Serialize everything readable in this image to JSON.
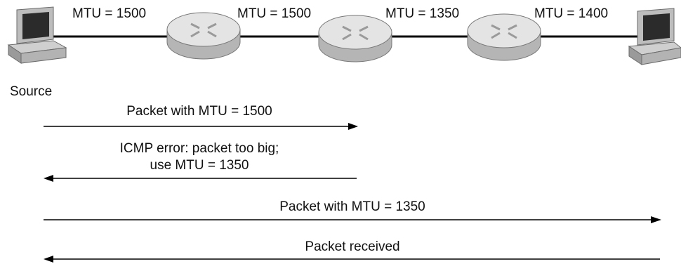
{
  "link_labels": [
    "MTU = 1500",
    "MTU = 1500",
    "MTU = 1350",
    "MTU = 1400"
  ],
  "source_label": "Source",
  "messages": [
    {
      "text": [
        "Packet with MTU = 1500"
      ],
      "direction": "right"
    },
    {
      "text": [
        "ICMP error: packet too big;",
        "use MTU = 1350"
      ],
      "direction": "left"
    },
    {
      "text": [
        "Packet with MTU = 1350"
      ],
      "direction": "right"
    },
    {
      "text": [
        "Packet received"
      ],
      "direction": "left"
    }
  ],
  "icons": {
    "source": "computer-icon",
    "router": "router-icon",
    "destination": "computer-icon"
  },
  "colors": {
    "router_body": "#c8c8c8",
    "router_top": "#e6e6e6",
    "line": "#000000"
  }
}
